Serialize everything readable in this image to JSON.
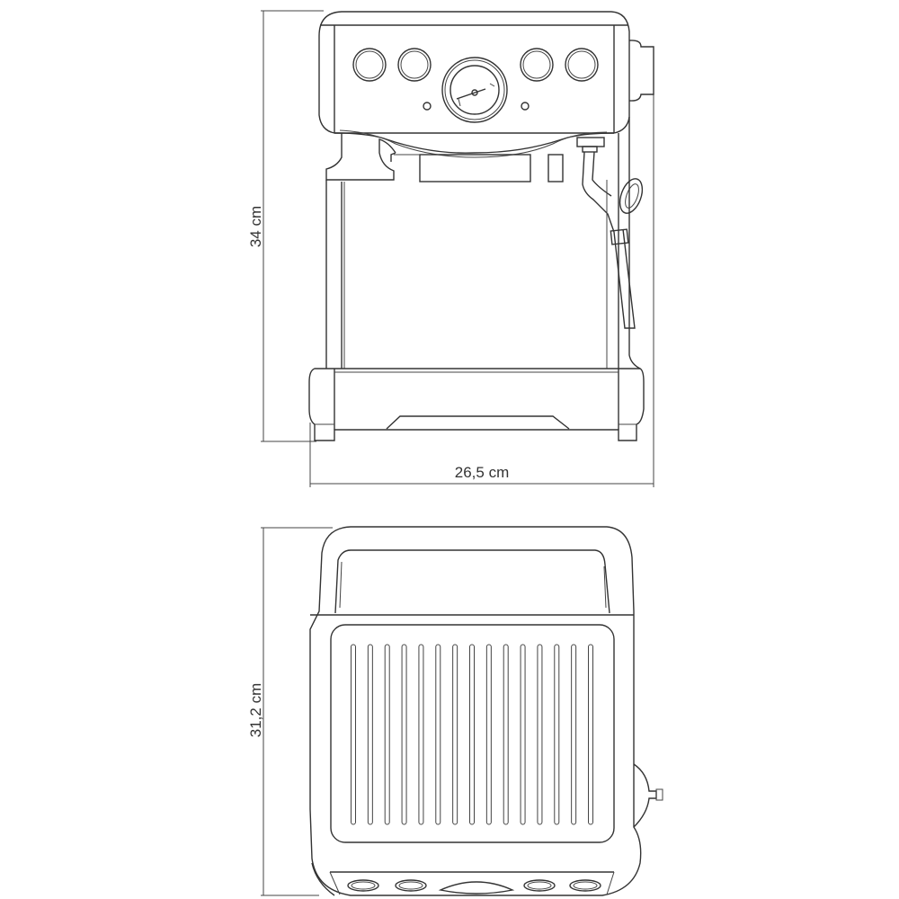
{
  "front_view": {
    "height_label": "34 cm",
    "width_label": "26,5 cm"
  },
  "top_view": {
    "depth_label": "31,2 cm",
    "vent_slot_count": 15
  },
  "colors": {
    "line": "#333333",
    "background": "#ffffff"
  }
}
